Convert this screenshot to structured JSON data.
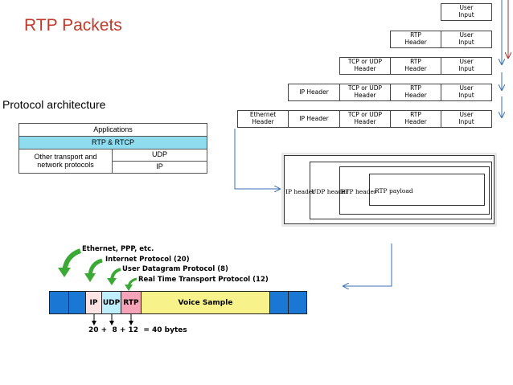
{
  "slide_title": "RTP Packets",
  "architecture": {
    "title": "Protocol architecture",
    "applications": "Applications",
    "rtp_rtcp": "RTP & RTCP",
    "other": "Other transport and network protocols",
    "udp": "UDP",
    "ip": "IP",
    "highlight_color": "#8fdcef"
  },
  "encapsulation": {
    "user_input": "User\nInput",
    "rtp_header": "RTP\nHeader",
    "tcp_udp_header": "TCP or UDP\nHeader",
    "ip_header": "IP Header",
    "ethernet_header": "Ethernet\nHeader"
  },
  "nested_packet": {
    "ip_header": "IP header",
    "udp_header": "UDP header",
    "rtp_header": "RTP header",
    "rtp_payload": "RTP payload"
  },
  "frame": {
    "annotations": {
      "ethernet": "Ethernet, PPP, etc.",
      "ip": "Internet Protocol (20)",
      "udp": "User Datagram Protocol (8)",
      "rtp": "Real Time Transport Protocol (12)"
    },
    "ip_label": "IP",
    "udp_label": "UDP",
    "rtp_label": "RTP",
    "voice_label": "Voice Sample",
    "sum": "20 +  8 + 12  = 40 bytes",
    "colors": {
      "blue": "#1a78d4",
      "ip": "#fde4e4",
      "udp": "#bfefff",
      "rtp": "#f5a3b8",
      "voice": "#f7f28a",
      "arrow_green": "#3aa935"
    }
  }
}
